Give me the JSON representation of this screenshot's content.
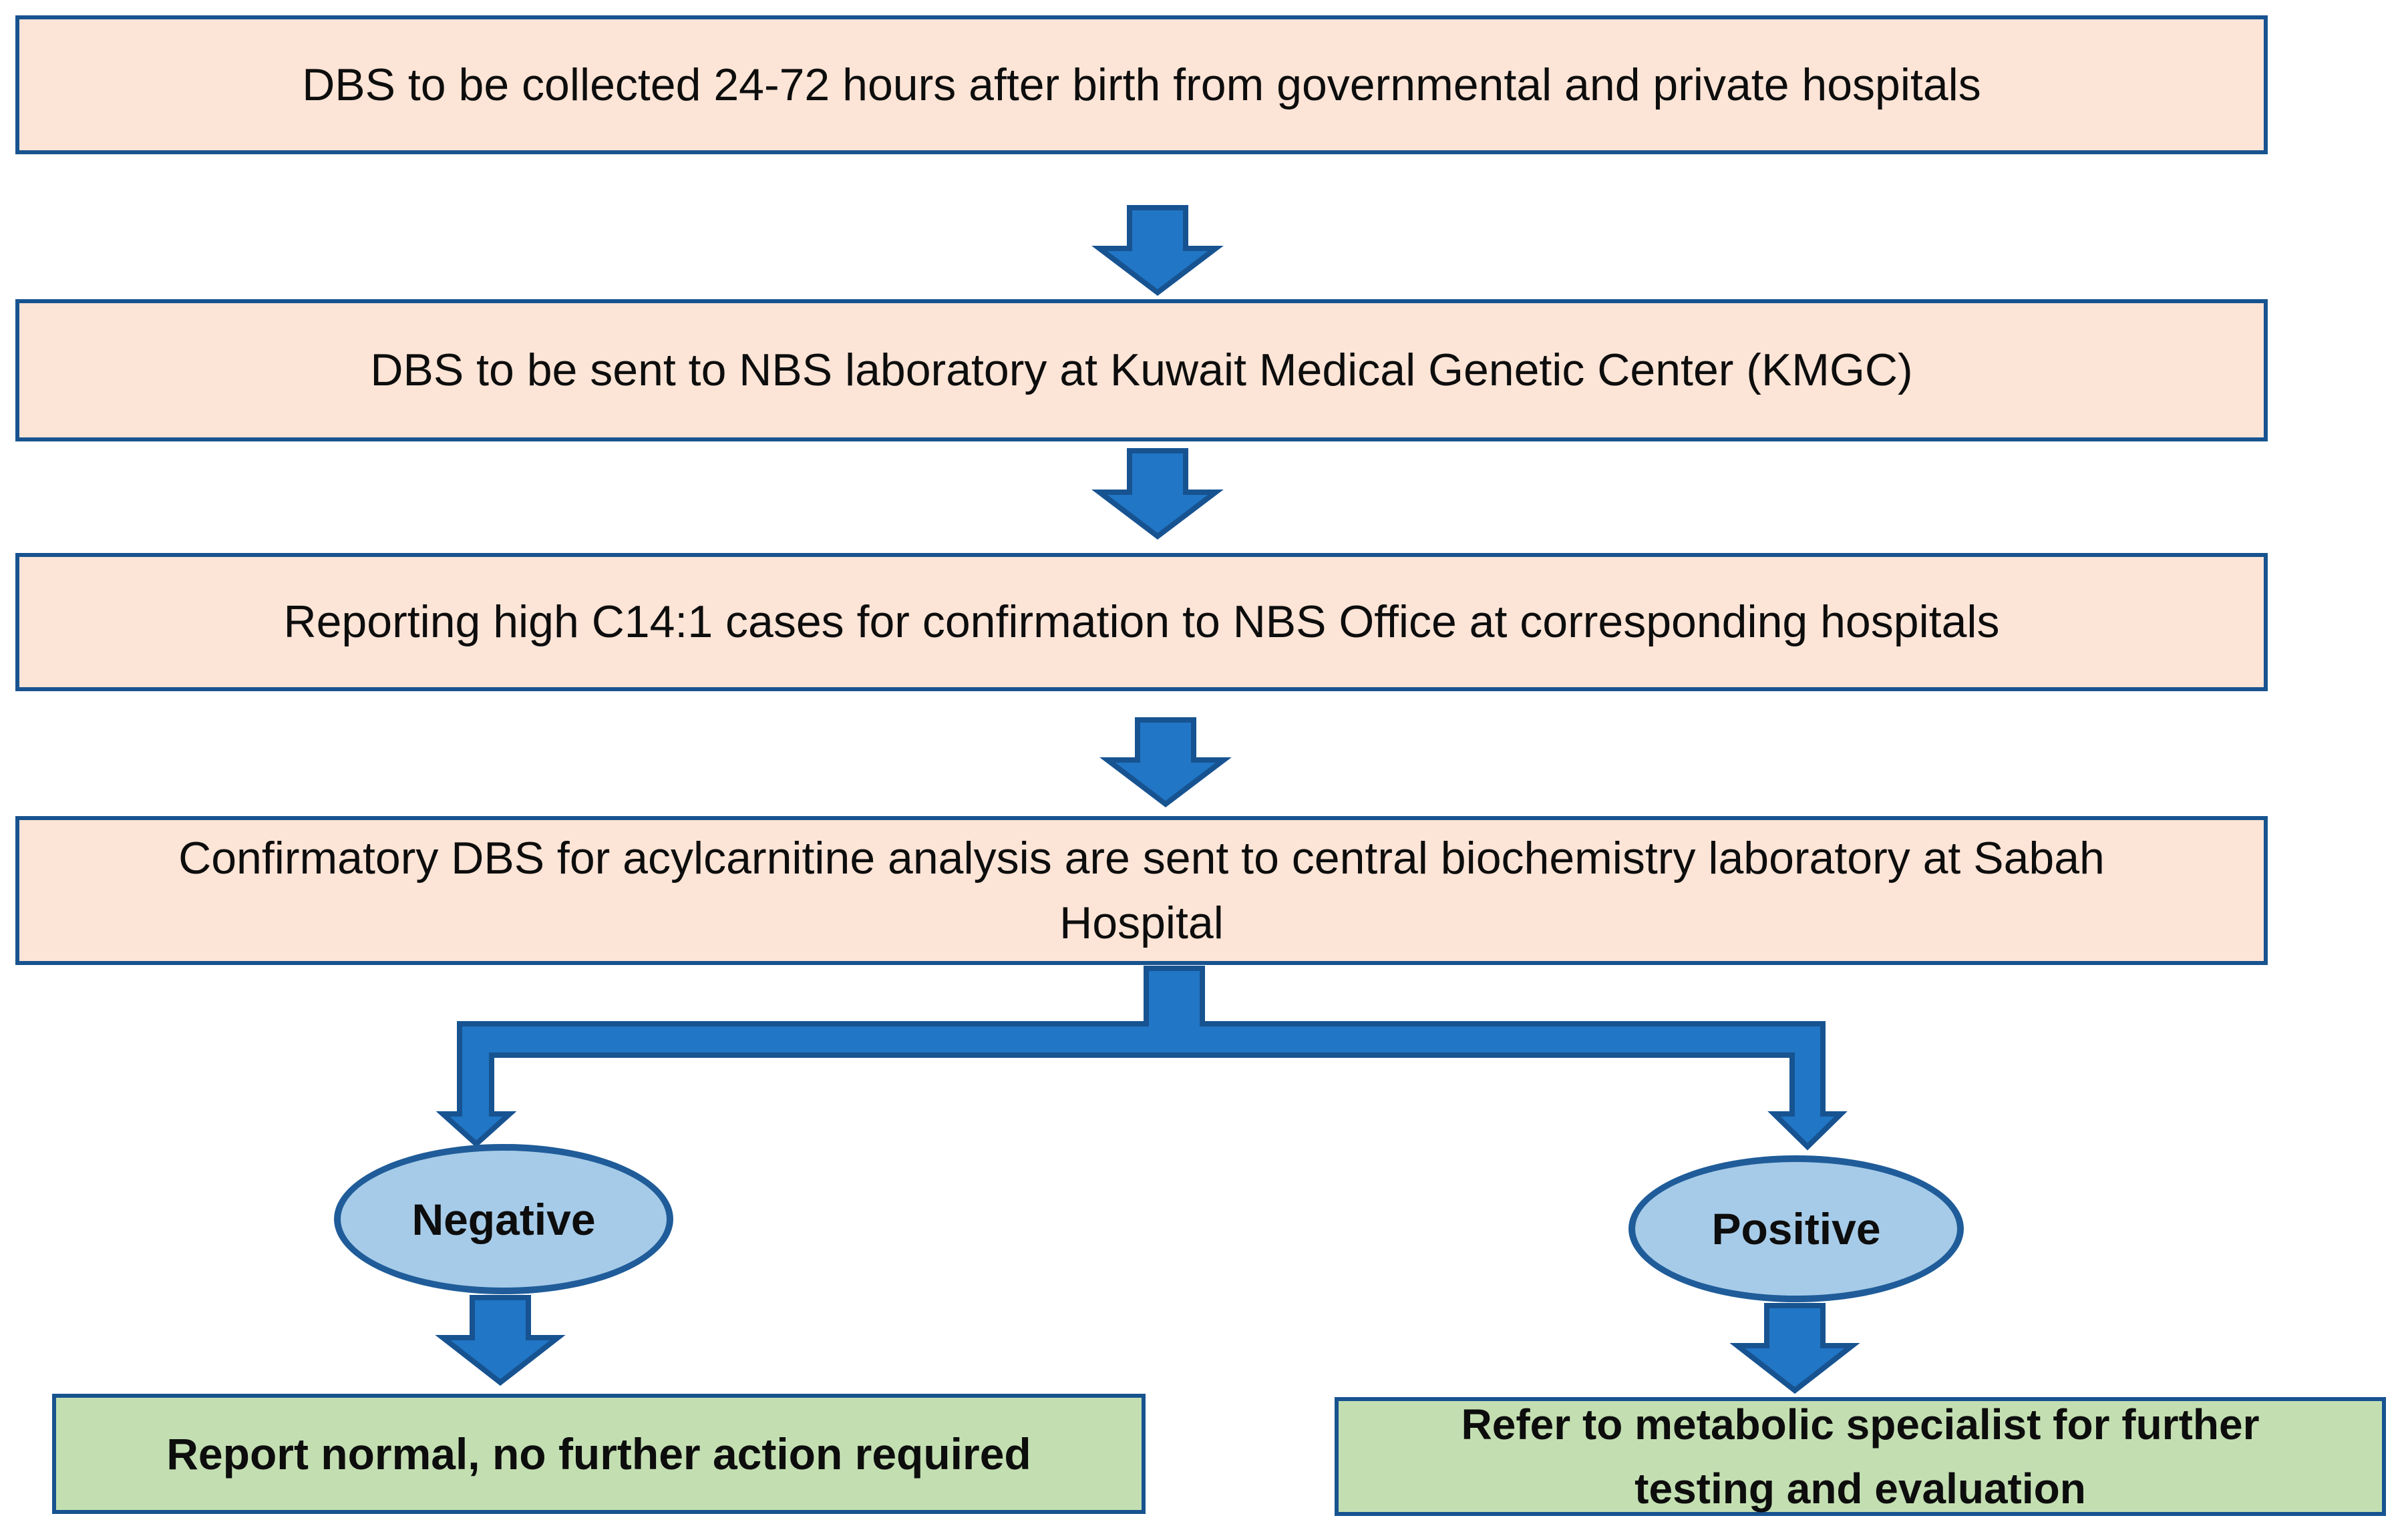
{
  "colors": {
    "step-fill": "#FCE4D6",
    "step-border": "#17538F",
    "arrow-fill": "#2176C5",
    "arrow-border": "#175391",
    "decision-fill": "#A6CBE8",
    "decision-border": "#1F5C99",
    "outcome-fill": "#C3DFB2",
    "outcome-border": "#17538F",
    "text-color": "#0D0D0D"
  },
  "steps": [
    {
      "text": "DBS to be collected 24-72 hours after birth from governmental and private hospitals"
    },
    {
      "text": "DBS to be sent to NBS laboratory at Kuwait Medical Genetic Center (KMGC)"
    },
    {
      "text": "Reporting high C14:1 cases for confirmation to NBS Office at corresponding hospitals"
    },
    {
      "lines": [
        "Confirmatory DBS for acylcarnitine analysis are sent to central biochemistry laboratory at Sabah",
        "Hospital"
      ]
    }
  ],
  "decisions": {
    "negative": {
      "label": "Negative"
    },
    "positive": {
      "label": "Positive"
    }
  },
  "outcomes": {
    "negative": {
      "lines": [
        "Report normal, no further action required"
      ]
    },
    "positive": {
      "lines": [
        "Refer to metabolic specialist for further",
        "testing and evaluation"
      ]
    }
  }
}
